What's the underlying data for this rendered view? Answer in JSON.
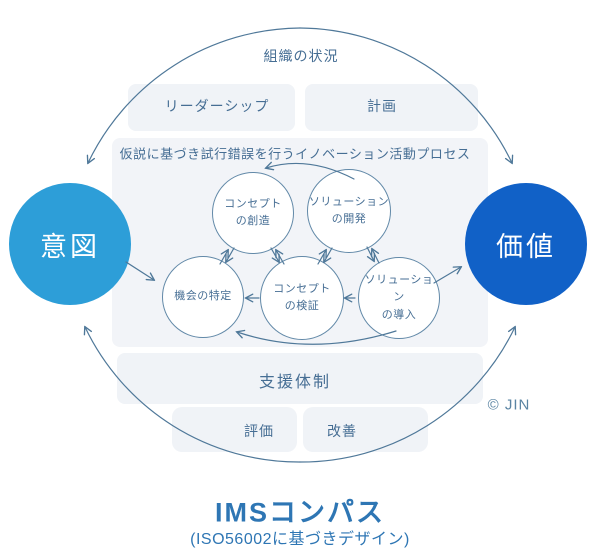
{
  "title": {
    "main": "IMSコンパス",
    "subtitle": "(ISO56002に基づきデザイン)"
  },
  "credit": "© JIN",
  "framework": {
    "context": "組織の状況",
    "leadership": "リーダーシップ",
    "planning": "計画",
    "support": "支援体制",
    "evaluation": "評価",
    "improvement": "改善"
  },
  "endpoints": {
    "intent": "意図",
    "value": "価値"
  },
  "process": {
    "caption": "仮説に基づき試行錯誤を行うイノベーション活動プロセス",
    "circles": [
      {
        "id": "concept-creation",
        "line1": "コンセプト",
        "line2": "の創造"
      },
      {
        "id": "solution-development",
        "line1": "ソリューション",
        "line2": "の開発"
      },
      {
        "id": "opportunity-identification",
        "line1": "機会の特定"
      },
      {
        "id": "concept-verification",
        "line1": "コンセプト",
        "line2": "の検証"
      },
      {
        "id": "solution-deployment",
        "line1": "ソリューション",
        "line2": "の導入"
      }
    ]
  },
  "colors": {
    "intent_circle": "#2d9ed8",
    "value_circle": "#1161c7",
    "accent_text": "#2e76b4",
    "label_text": "#466e94",
    "line_stroke": "#4f7899",
    "panel_fill": "#f0f3f7"
  }
}
